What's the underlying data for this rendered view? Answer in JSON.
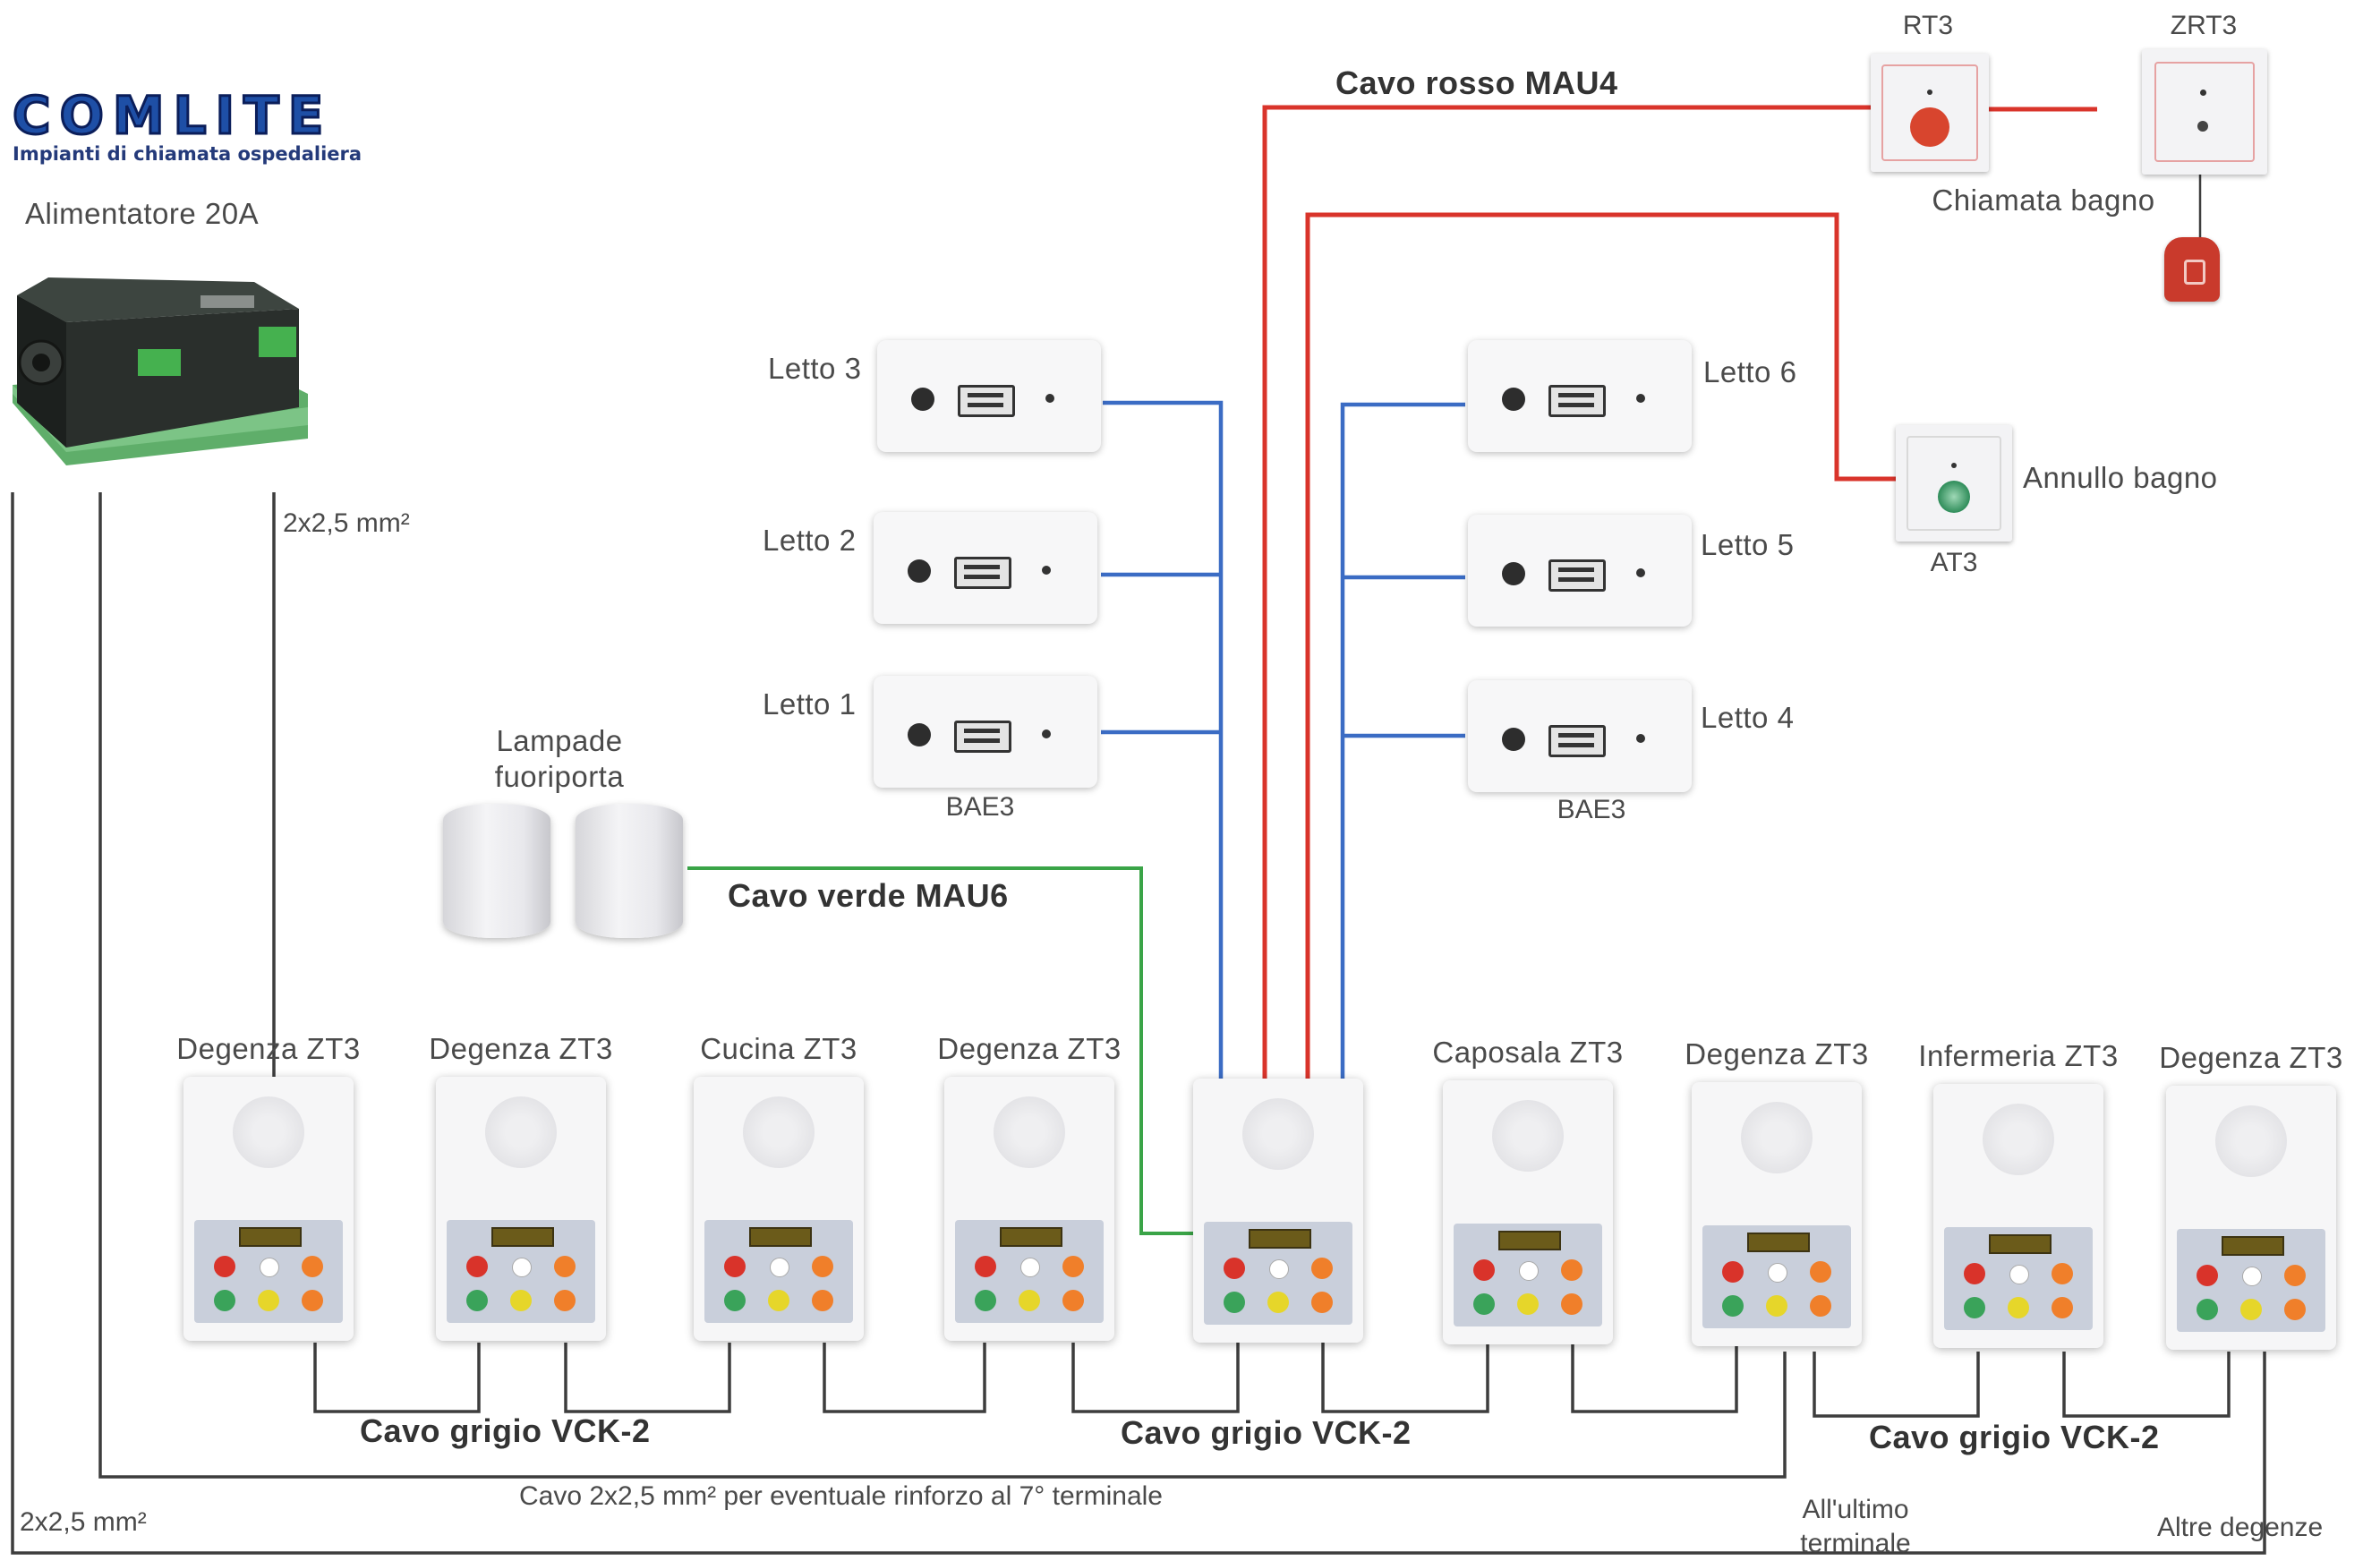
{
  "logo": {
    "wordmark": "COMLITE",
    "subtitle": "Impianti di chiamata ospedaliera"
  },
  "power_supply": {
    "label": "Alimentatore 20A"
  },
  "wire_sizes": {
    "feed_top": "2x2,5 mm²",
    "feed_bottom": "2x2,5 mm²"
  },
  "beds_left": {
    "beds": [
      "Letto 3",
      "Letto 2",
      "Letto 1"
    ],
    "model": "BAE3"
  },
  "beds_right": {
    "beds": [
      "Letto 6",
      "Letto 5",
      "Letto 4"
    ],
    "model": "BAE3"
  },
  "lamps": {
    "label_line1": "Lampade",
    "label_line2": "fuoriporta"
  },
  "bathroom": {
    "rt3": "RT3",
    "zrt3": "ZRT3",
    "call_label": "Chiamata bagno",
    "at3": "AT3",
    "cancel_label": "Annullo bagno"
  },
  "cables": {
    "red": "Cavo rosso MAU4",
    "green": "Cavo verde MAU6",
    "grey": [
      "Cavo grigio VCK-2",
      "Cavo grigio VCK-2",
      "Cavo grigio VCK-2"
    ],
    "reinforce": "Cavo 2x2,5 mm² per eventuale rinforzo al 7° terminale",
    "last_terminal_line1": "All'ultimo",
    "last_terminal_line2": "terminale",
    "other_rooms": "Altre degenze"
  },
  "terminals": [
    "Degenza ZT3",
    "Degenza ZT3",
    "Cucina ZT3",
    "Degenza ZT3",
    "",
    "Caposala ZT3",
    "Degenza ZT3",
    "Infermeria ZT3",
    "Degenza ZT3"
  ],
  "colors": {
    "red_cable": "#d9342b",
    "blue_cable": "#3b6cc4",
    "green_cable": "#3aa447",
    "grey_cable": "#3d3d3d",
    "logo_blue": "#1e4fa6"
  }
}
